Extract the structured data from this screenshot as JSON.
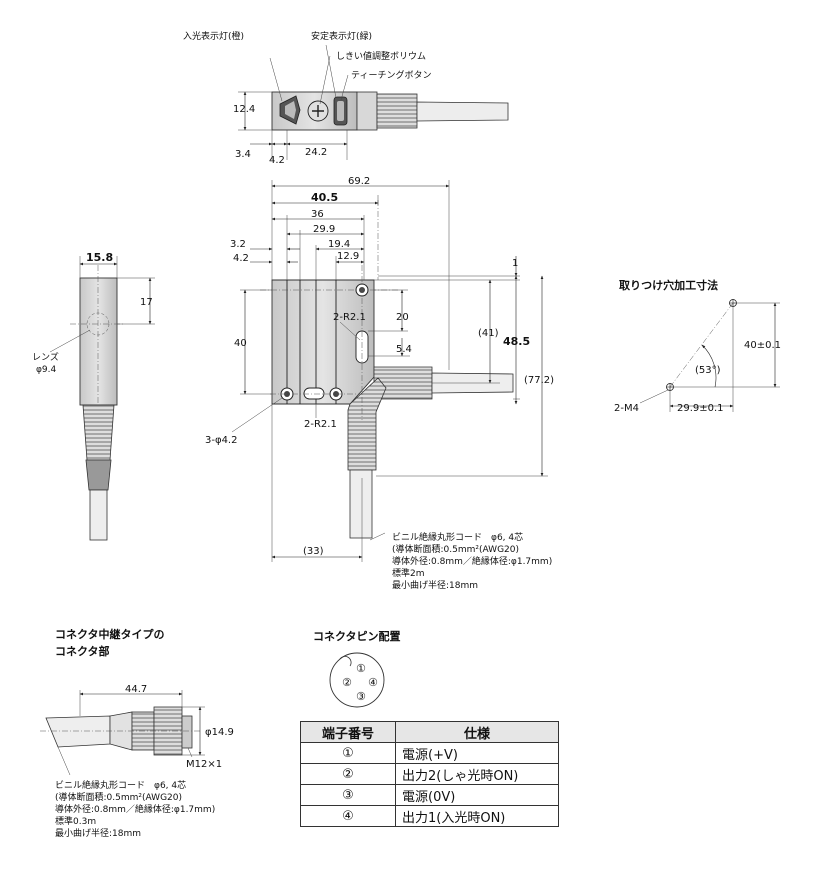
{
  "top_view": {
    "label_incident_led": "入光表示灯(橙)",
    "label_stable_led": "安定表示灯(緑)",
    "label_threshold": "しきい値調整ボリウム",
    "label_teach": "ティーチングボタン",
    "dim_height": "12.4",
    "dim_left": "3.4",
    "dim_offset": "4.2",
    "dim_width": "24.2"
  },
  "front_view": {
    "dim_overall": "69.2",
    "dim_body": "40.5",
    "dim_36": "36",
    "dim_29_9": "29.9",
    "dim_19_4": "19.4",
    "dim_12_9": "12.9",
    "dim_3_2": "3.2",
    "dim_4_2": "4.2",
    "dim_1": "1",
    "dim_40": "40",
    "dim_20": "20",
    "dim_5_4": "5.4",
    "dim_41": "(41)",
    "dim_48_5": "48.5",
    "dim_77_2": "(77.2)",
    "dim_33": "(33)",
    "label_slot_upper": "2-R2.1",
    "label_slot_lower": "2-R2.1",
    "label_holes": "3-φ4.2"
  },
  "side_view": {
    "dim_width": "15.8",
    "dim_17": "17",
    "label_lens": "レンズ",
    "label_lens_dia": "φ9.4"
  },
  "cable_spec": {
    "line1": "ビニル絶縁丸形コード　φ6, 4芯",
    "line2": "(導体断面積:0.5mm²(AWG20)",
    "line3": "導体外径:0.8mm／絶縁体径:φ1.7mm)",
    "line4": "標準2m",
    "line5": "最小曲げ半径:18mm"
  },
  "mounting": {
    "title": "取りつけ穴加工寸法",
    "dim_vertical": "40±0.1",
    "dim_horizontal": "29.9±0.1",
    "dim_angle": "(53°)",
    "label_screw": "2-M4"
  },
  "connector": {
    "title_line1": "コネクタ中継タイプの",
    "title_line2": "コネクタ部",
    "dim_length": "44.7",
    "dim_dia": "φ14.9",
    "label_thread": "M12×1",
    "cable_line1": "ビニル絶縁丸形コード　φ6, 4芯",
    "cable_line2": "(導体断面積:0.5mm²(AWG20)",
    "cable_line3": "導体外径:0.8mm／絶縁体径:φ1.7mm)",
    "cable_line4": "標準0.3m",
    "cable_line5": "最小曲げ半径:18mm"
  },
  "pin_layout": {
    "title": "コネクタピン配置",
    "pins": [
      "①",
      "②",
      "③",
      "④"
    ],
    "table": {
      "headers": [
        "端子番号",
        "仕様"
      ],
      "rows": [
        {
          "no": "①",
          "spec": "電源(+V)"
        },
        {
          "no": "②",
          "spec": "出力2(しゃ光時ON)"
        },
        {
          "no": "③",
          "spec": "電源(0V)"
        },
        {
          "no": "④",
          "spec": "出力1(入光時ON)"
        }
      ]
    }
  }
}
